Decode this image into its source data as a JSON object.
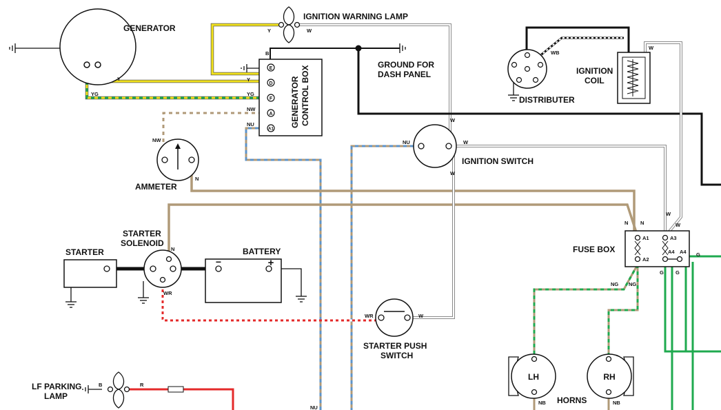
{
  "components": {
    "generator": "GENERATOR",
    "ignition_warning_lamp": "IGNITION WARNING LAMP",
    "ground_dash_1": "GROUND FOR",
    "ground_dash_2": "DASH PANEL",
    "control_box_1": "GENERATOR",
    "control_box_2": "CONTROL BOX",
    "distributor": "DISTRIBUTER",
    "ignition_coil_1": "IGNITION",
    "ignition_coil_2": "COIL",
    "ammeter": "AMMETER",
    "ignition_switch": "IGNITION SWITCH",
    "starter_solenoid_1": "STARTER",
    "starter_solenoid_2": "SOLENOID",
    "starter": "STARTER",
    "battery": "BATTERY",
    "battery_minus": "−",
    "battery_plus": "+",
    "fuse_box": "FUSE BOX",
    "starter_push_switch_1": "STARTER PUSH",
    "starter_push_switch_2": "SWITCH",
    "horn_lh": "LH",
    "horn_rh": "RH",
    "horns": "HORNS",
    "lf_parking_lamp_1": "LF PARKING",
    "lf_parking_lamp_2": "LAMP"
  },
  "control_box_terminals": [
    "E",
    "D",
    "F",
    "A",
    "A1"
  ],
  "fuse_terminals": [
    "A1",
    "A2",
    "A3",
    "A4",
    "A4"
  ],
  "wire_codes": {
    "gen_y": "Y",
    "gen_yg": "YG",
    "lamp_y": "Y",
    "lamp_w": "W",
    "cb_b": "B",
    "cb_y": "Y",
    "cb_yg": "YG",
    "cb_nw": "NW",
    "cb_nu": "NU",
    "ammeter_nw": "NW",
    "ammeter_n": "N",
    "dist_wb": "WB",
    "coil_w": "W",
    "ign_nu": "NU",
    "ign_w_top": "W",
    "ign_w_right": "W",
    "ign_w_bottom": "W",
    "solenoid_n": "N",
    "solenoid_wr": "WR",
    "push_wr": "WR",
    "push_w": "W",
    "fuse_n1": "N",
    "fuse_n2": "N",
    "fuse_w1": "W",
    "fuse_w2": "W",
    "fuse_ng1": "NG",
    "fuse_ng2": "NG",
    "fuse_g1": "G",
    "fuse_g2": "G",
    "fuse_g3": "G",
    "horn_nb1": "NB",
    "horn_nb2": "NB",
    "lamp_b": "B",
    "lamp_r": "R",
    "bottom_nu": "NU"
  },
  "wire_colors": {
    "yellow": "#f2e21c",
    "green": "#1faa4f",
    "brown": "#b09a78",
    "blue": "#5e93c8",
    "red": "#e42a2a",
    "white_outline": "#8a8a8a",
    "black": "#111111"
  }
}
